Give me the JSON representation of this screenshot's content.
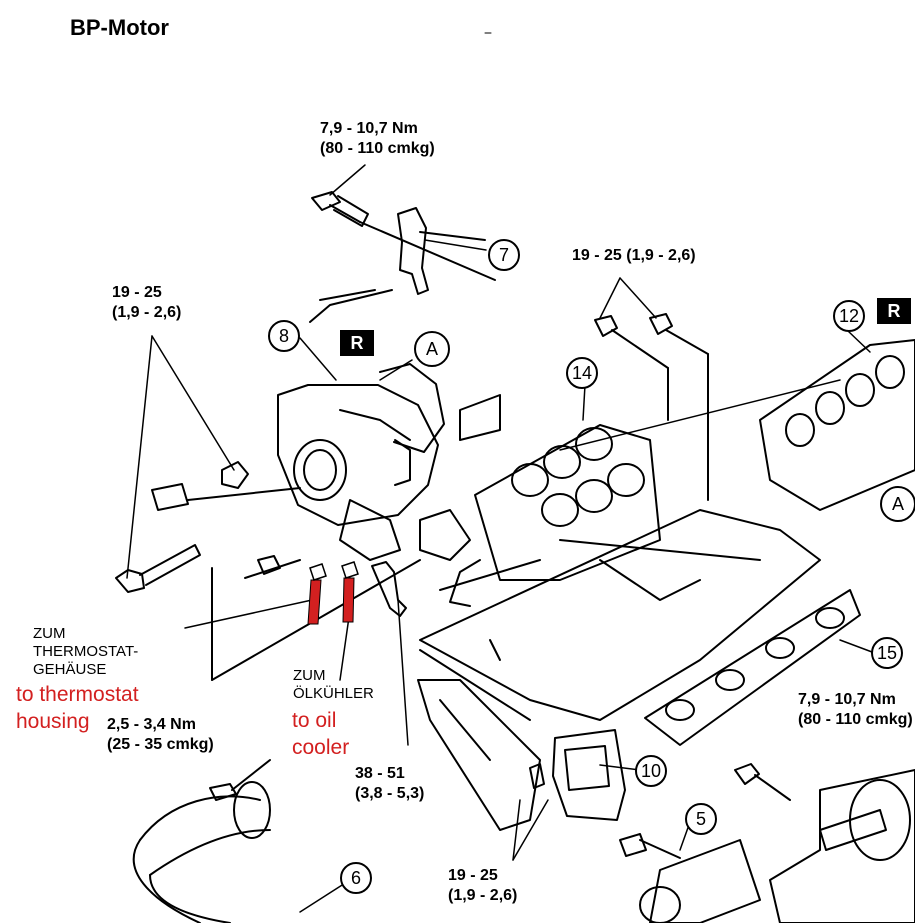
{
  "title": "BP-Motor",
  "torque_labels": {
    "top_line1": "7,9 - 10,7 Nm",
    "top_line2": "(80 - 110 cmkg)",
    "upper_mid": "19 - 25 (1,9 - 2,6)",
    "left_line1": "19 - 25",
    "left_line2": "(1,9 - 2,6)",
    "lower_left_line1": "2,5 - 3,4 Nm",
    "lower_left_line2": "(25 - 35 cmkg)",
    "lower_mid_line1": "38 - 51",
    "lower_mid_line2": "(3,8 - 5,3)",
    "bottom_line1": "19 - 25",
    "bottom_line2": "(1,9 - 2,6)",
    "right_line1": "7,9 - 10,7 Nm",
    "right_line2": "(80 - 110 cmkg)"
  },
  "annotations_de": {
    "thermostat_line1": "ZUM",
    "thermostat_line2": "THERMOSTAT-",
    "thermostat_line3": "GEHÄUSE",
    "oilcooler_line1": "ZUM",
    "oilcooler_line2": "ÖLKÜHLER"
  },
  "annotations_en": {
    "thermostat_line1": "to thermostat",
    "thermostat_line2": "housing",
    "oilcooler_line1": "to oil",
    "oilcooler_line2": "cooler"
  },
  "part_numbers": [
    "5",
    "6",
    "7",
    "8",
    "10",
    "12",
    "14",
    "15"
  ],
  "view_markers": {
    "a_left": "A",
    "a_right": "A"
  },
  "r_markers": {
    "r1": "R",
    "r2": "R"
  },
  "colors": {
    "ink": "#000000",
    "highlight": "#d32020"
  }
}
